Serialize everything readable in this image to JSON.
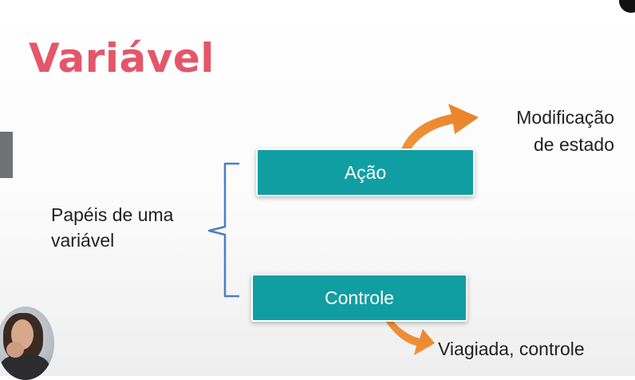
{
  "slide": {
    "title": "Variável",
    "roles_label": [
      "Papéis de uma",
      "variável"
    ],
    "boxes": {
      "acao": "Ação",
      "controle": "Controle"
    },
    "notes": {
      "modificacao": [
        "Modificação",
        "de estado"
      ],
      "viagiada": "Viagiada, controle"
    }
  },
  "colors": {
    "title": "#e5566a",
    "box": "#119ea3",
    "arrow": "#ee8a33",
    "bracket": "#4a7fc4"
  }
}
